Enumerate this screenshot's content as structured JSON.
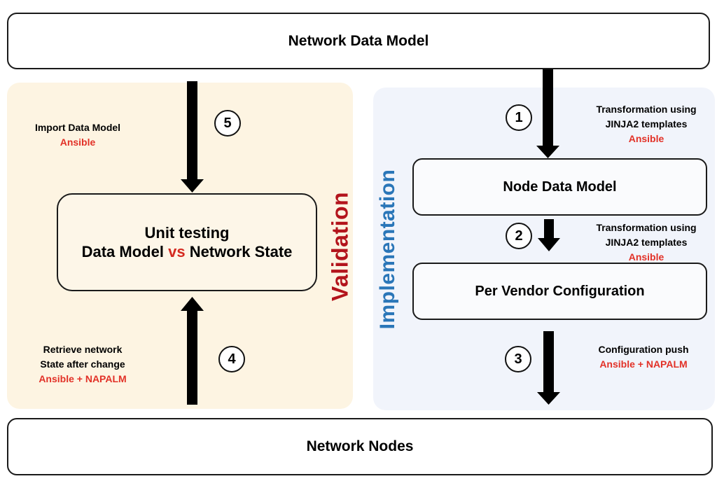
{
  "nodes": {
    "network_data_model": "Network Data Model",
    "network_nodes": "Network Nodes",
    "node_data_model": "Node Data Model",
    "per_vendor_configuration": "Per Vendor Configuration",
    "unit_testing": {
      "line1": "Unit testing",
      "line2_left": "Data Model",
      "line2_vs": "vs",
      "line2_right": "Network State"
    }
  },
  "sections": {
    "validation": "Validation",
    "implementation": "Implementation"
  },
  "steps": {
    "s1": {
      "number": "1",
      "line1": "Transformation using",
      "line2": "JINJA2 templates",
      "tool": "Ansible"
    },
    "s2": {
      "number": "2",
      "line1": "Transformation using",
      "line2": "JINJA2 templates",
      "tool": "Ansible"
    },
    "s3": {
      "number": "3",
      "line1": "Configuration push",
      "tool": "Ansible + NAPALM"
    },
    "s4": {
      "number": "4",
      "line1": "Retrieve network",
      "line2": "State after change",
      "tool": "Ansible + NAPALM"
    },
    "s5": {
      "number": "5",
      "line1": "Import Data Model",
      "tool": "Ansible"
    }
  },
  "colors": {
    "validation_panel": "#fdf4e2",
    "implementation_panel": "#f1f4fb",
    "validation_label": "#b3141c",
    "implementation_label": "#2a76b8",
    "tool_text": "#e23127",
    "arrow": "#000000"
  }
}
